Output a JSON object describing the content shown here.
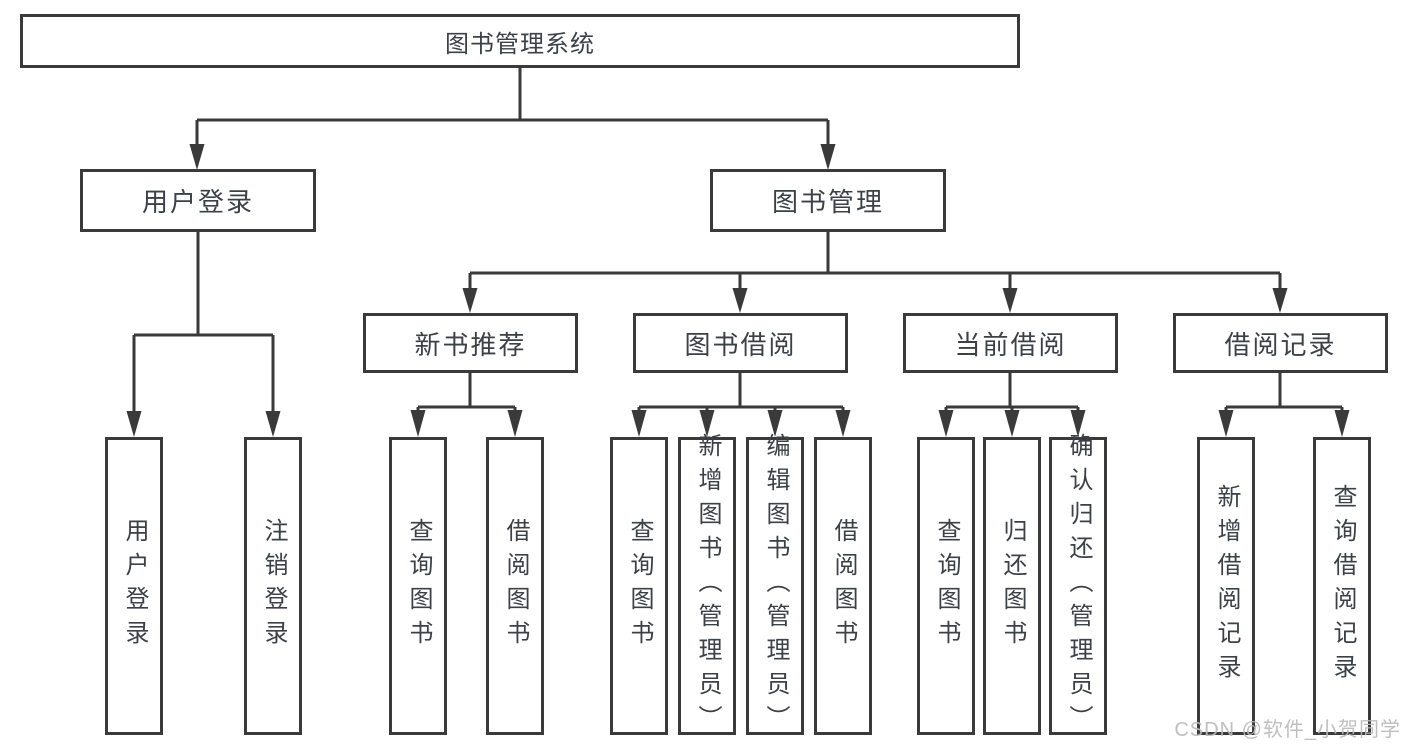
{
  "diagram": {
    "root": {
      "label": "图书管理系统"
    },
    "branches": [
      {
        "label": "用户登录",
        "children": [
          {
            "label": "用户登录"
          },
          {
            "label": "注销登录"
          }
        ]
      },
      {
        "label": "图书管理",
        "groups": [
          {
            "label": "新书推荐",
            "children": [
              {
                "label": "查询图书"
              },
              {
                "label": "借阅图书"
              }
            ]
          },
          {
            "label": "图书借阅",
            "children": [
              {
                "label": "查询图书"
              },
              {
                "label": "新增图书（管理员）"
              },
              {
                "label": "编辑图书（管理员）"
              },
              {
                "label": "借阅图书"
              }
            ]
          },
          {
            "label": "当前借阅",
            "children": [
              {
                "label": "查询图书"
              },
              {
                "label": "归还图书"
              },
              {
                "label": "确认归还（管理员）"
              }
            ]
          },
          {
            "label": "借阅记录",
            "children": [
              {
                "label": "新增借阅记录"
              },
              {
                "label": "查询借阅记录"
              }
            ]
          }
        ]
      }
    ]
  },
  "watermark": "CSDN @软件_小贺同学",
  "colors": {
    "line": "#3a3a3a",
    "text": "#3c4148",
    "watermark": "#bababa",
    "background": "#ffffff"
  }
}
